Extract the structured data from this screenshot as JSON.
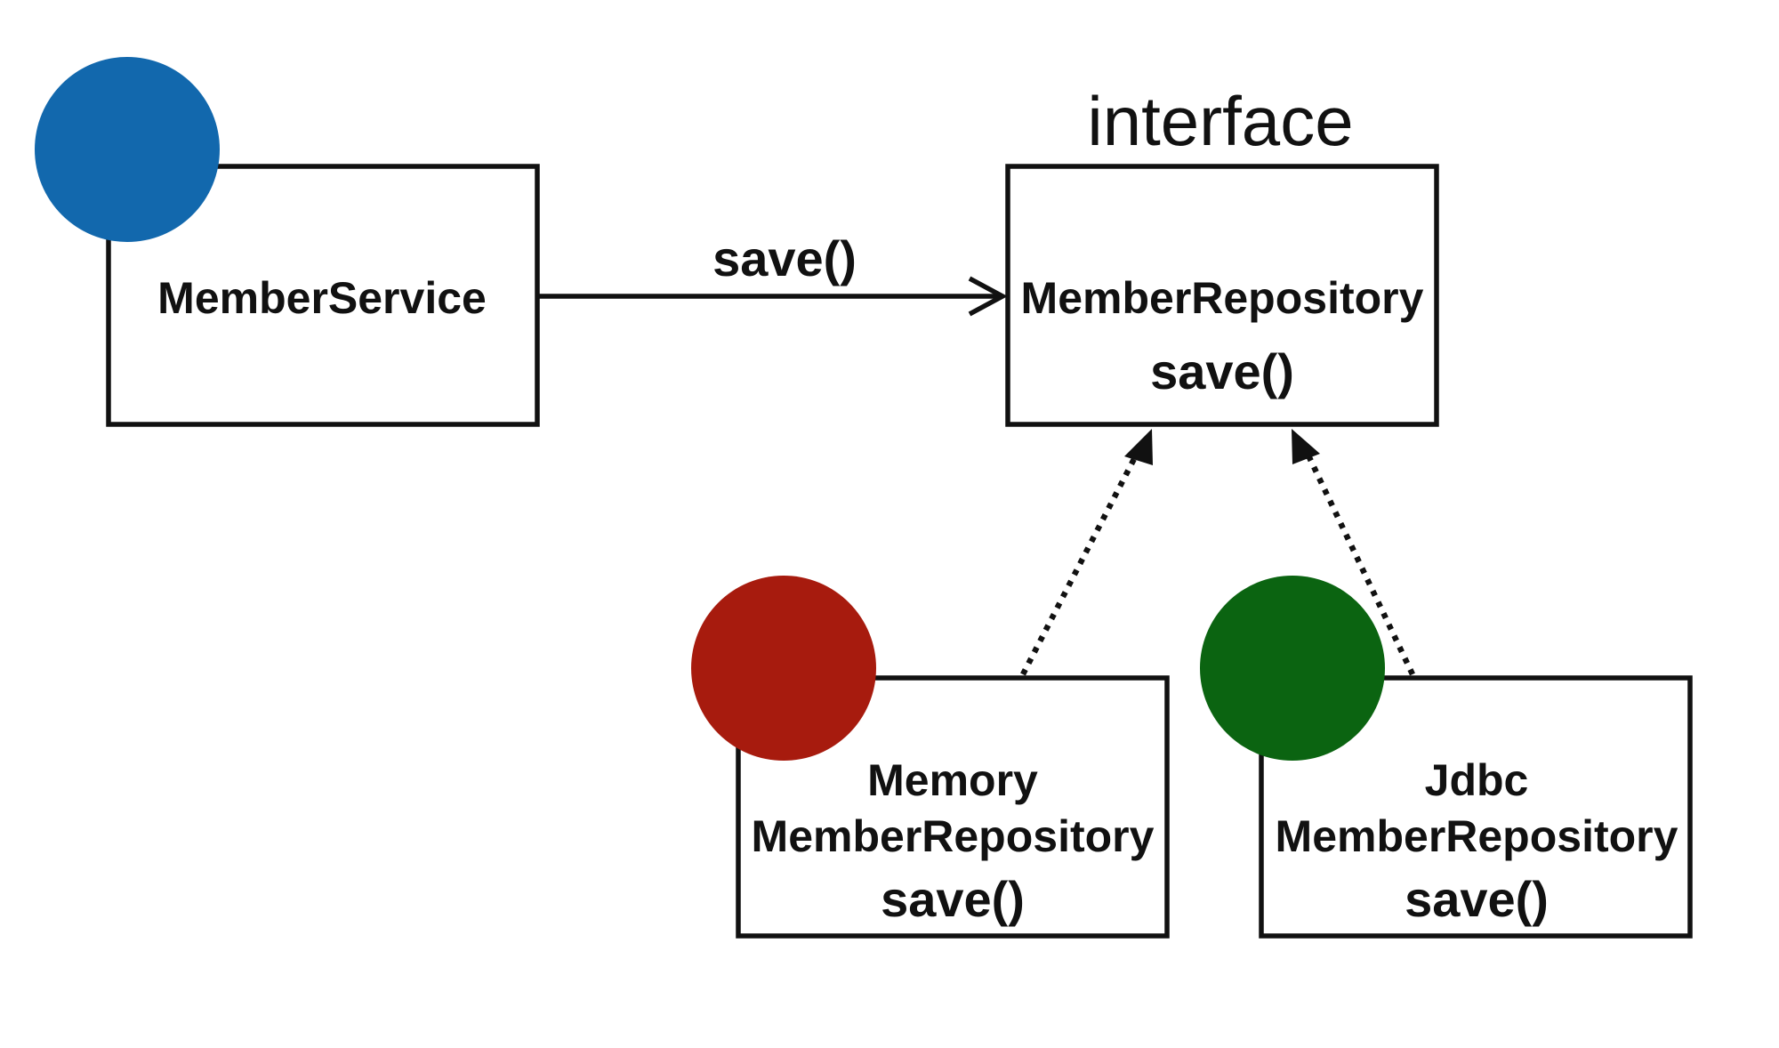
{
  "colors": {
    "service": "#1268ad",
    "memory": "#a71b0e",
    "jdbc": "#0b6411"
  },
  "nodes": {
    "member_service": {
      "name": "MemberService"
    },
    "member_repository": {
      "stereotype": "interface",
      "name": "MemberRepository",
      "method": "save()"
    },
    "memory_repository": {
      "name_line1": "Memory",
      "name_line2": "MemberRepository",
      "method": "save()"
    },
    "jdbc_repository": {
      "name_line1": "Jdbc",
      "name_line2": "MemberRepository",
      "method": "save()"
    }
  },
  "edges": {
    "service_to_repository": {
      "label": "save()",
      "style": "solid"
    },
    "memory_implements": {
      "style": "dotted"
    },
    "jdbc_implements": {
      "style": "dotted"
    }
  }
}
